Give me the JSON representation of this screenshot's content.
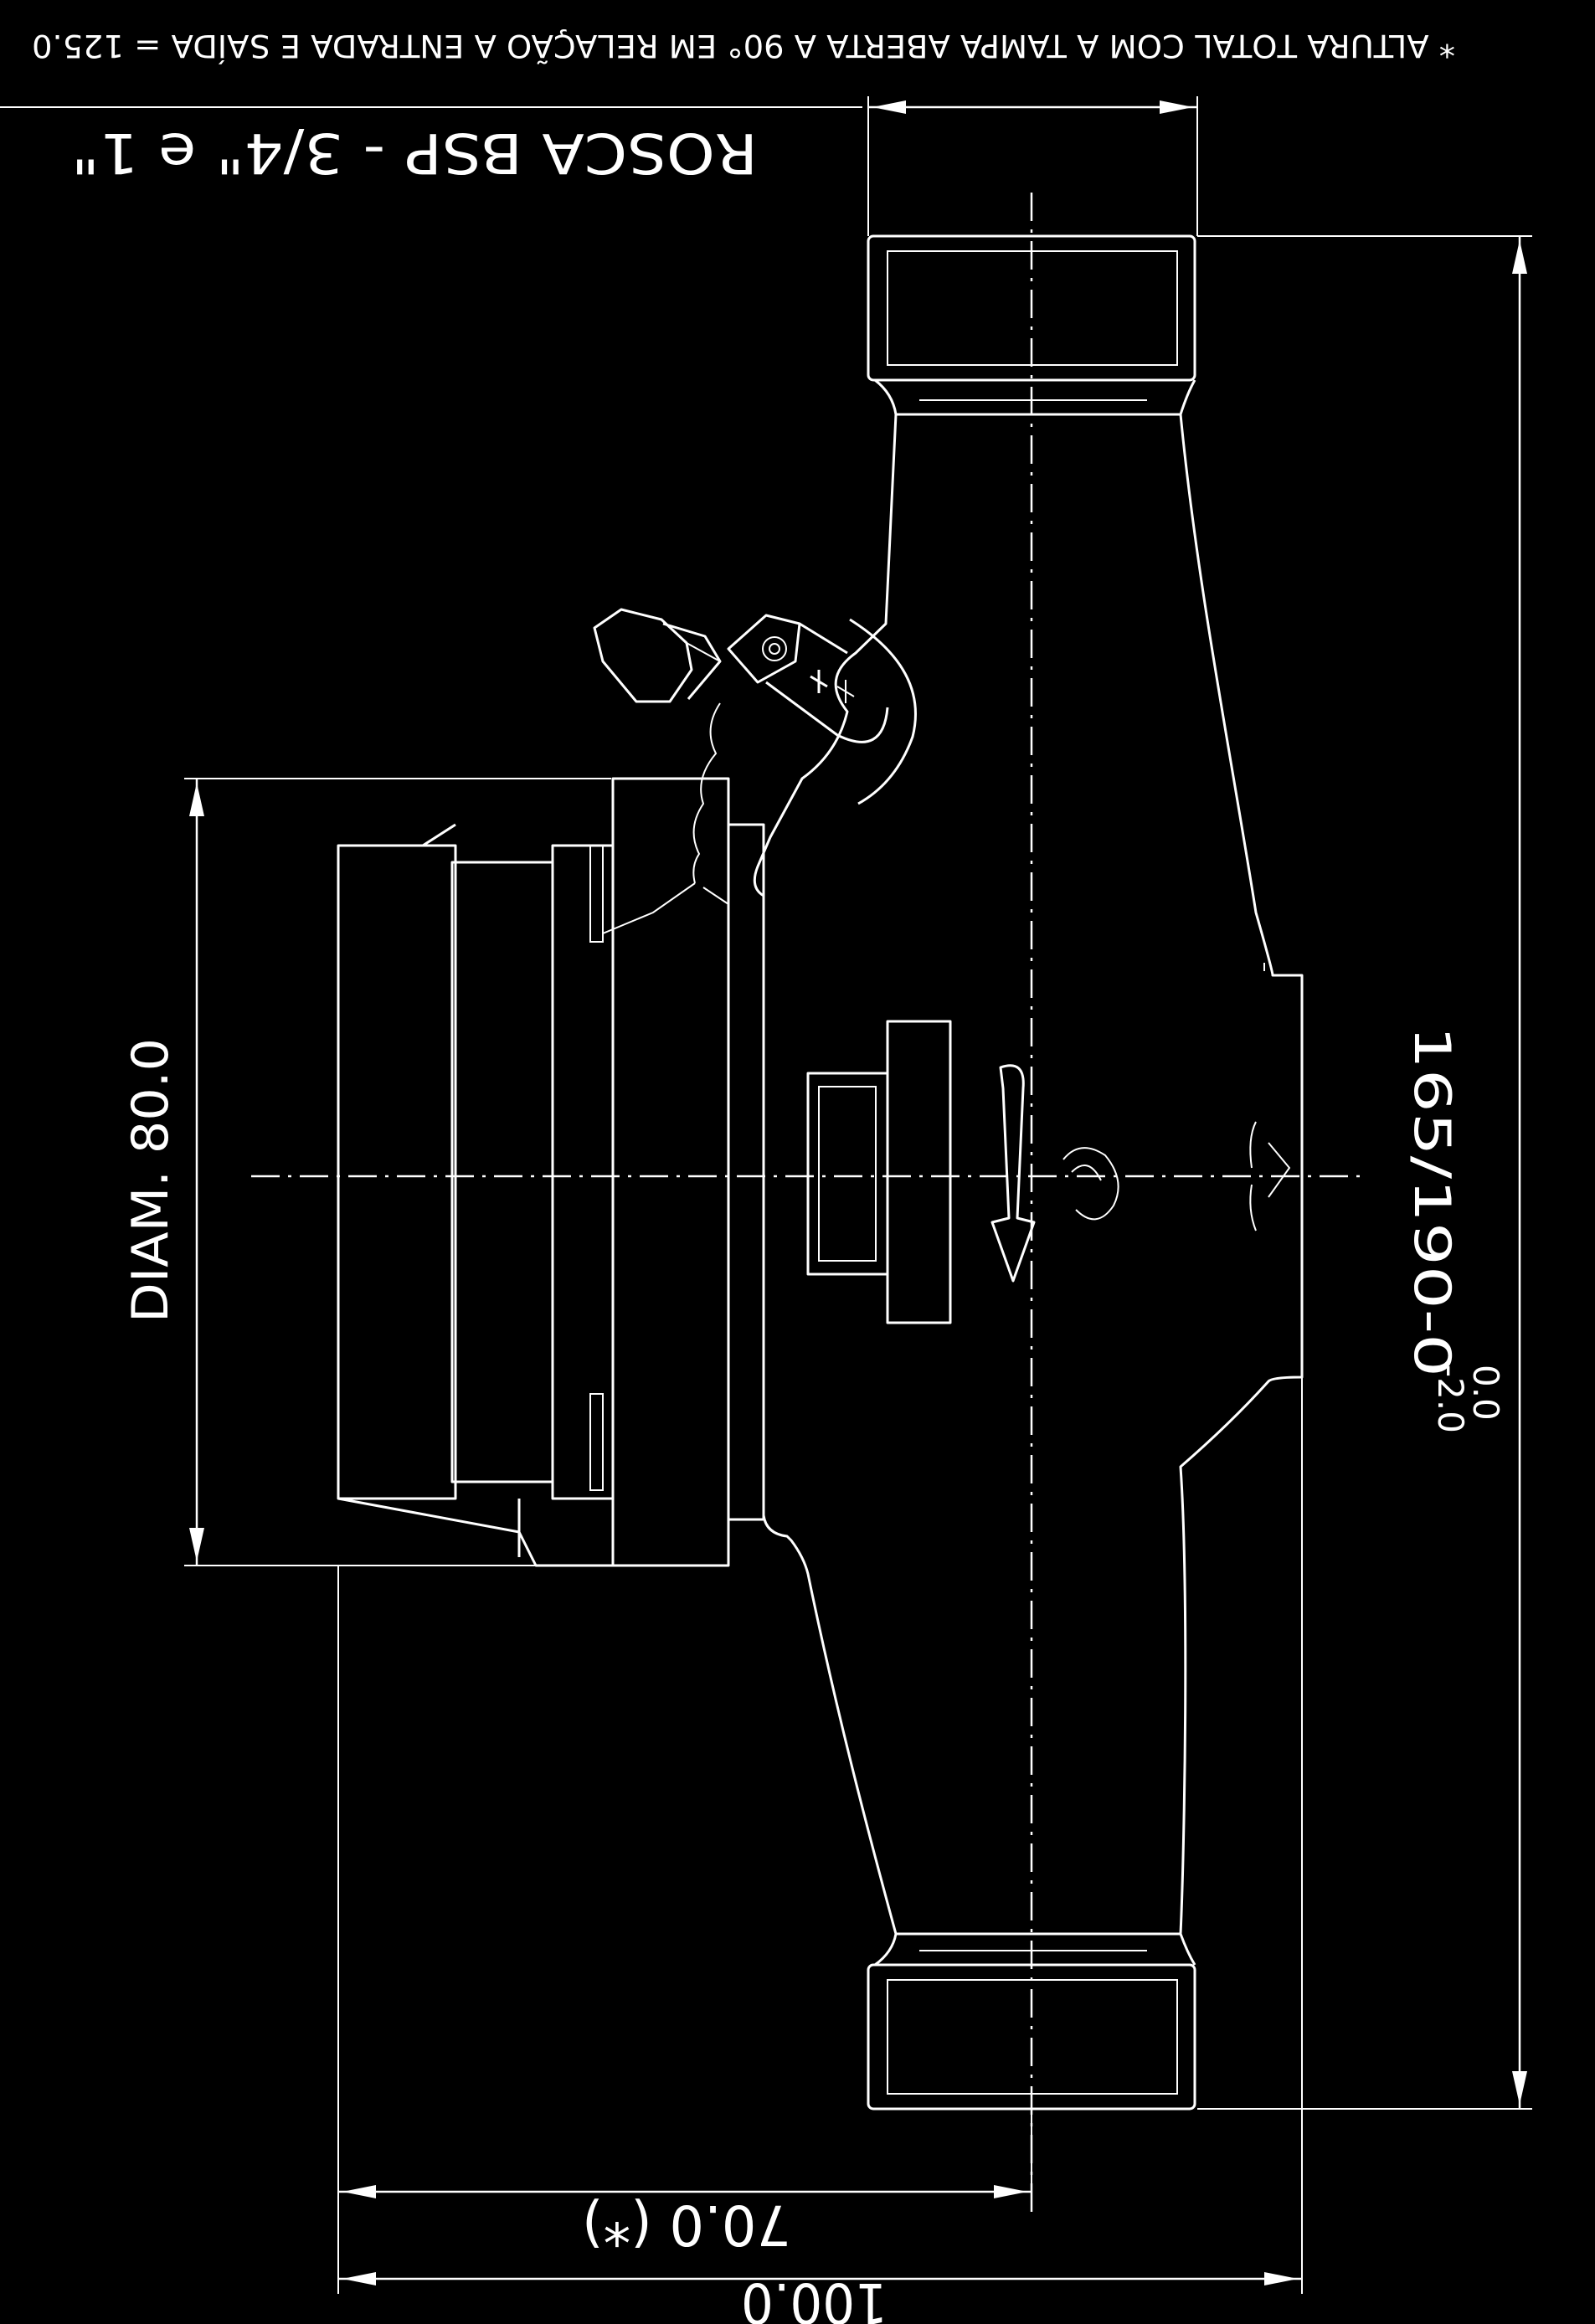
{
  "drawing": {
    "note_top": "* ALTURA TOTAL COM A TAMPA ABERTA A 90° EM RELAÇÃO A ENTRADA E SAÍDA = 125.0",
    "thread_note": "ROSCA BSP - 3/4\" e 1\"",
    "dim_diameter": "DIAM. 80.0",
    "dim_length_value": "165/190-0",
    "dim_length_tol_upper": "0.0",
    "dim_length_tol_lower": "-2.0",
    "dim_height_partial": "70.0 (*)",
    "dim_height_total": "100.0"
  },
  "colors": {
    "background": "#000000",
    "line": "#ffffff"
  }
}
